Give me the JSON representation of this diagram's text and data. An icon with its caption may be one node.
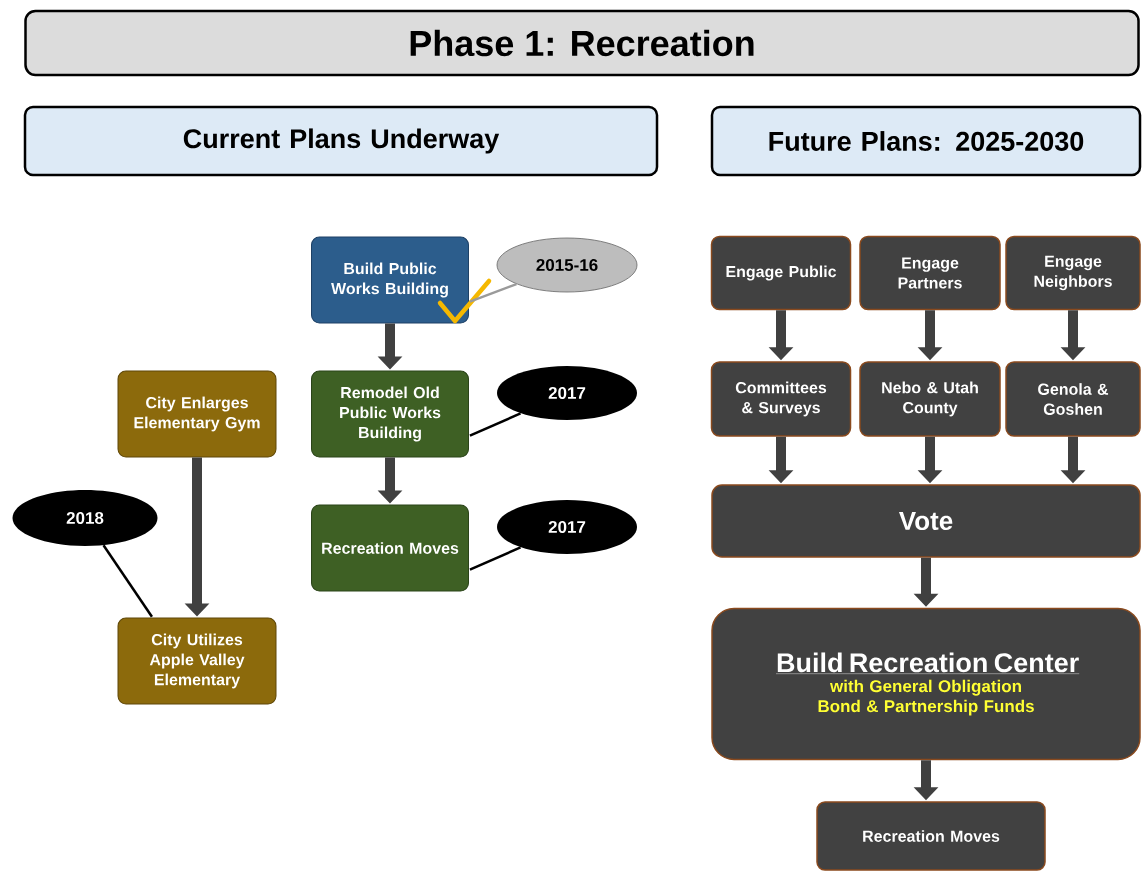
{
  "diagram": {
    "title": "Phase 1: Recreation",
    "nodes": [
      {
        "text": [
          "Current Plans Underway"
        ]
      },
      {
        "text": [
          "Future Plans: 2025-2030"
        ]
      },
      {
        "text": [
          "Build Public Works Building"
        ]
      },
      {
        "text": [
          "2015-16"
        ]
      },
      {
        "text": [
          "City Enlarges Elementary Gym"
        ]
      },
      {
        "text": [
          "Remodel Old Public Works Building"
        ]
      },
      {
        "text": [
          "2017"
        ]
      },
      {
        "text": [
          "2018"
        ]
      },
      {
        "text": [
          "Recreation Moves"
        ]
      },
      {
        "text": [
          "2017"
        ]
      },
      {
        "text": [
          "City Utilizes Apple Valley Elementary"
        ]
      },
      {
        "text": [
          "Engage Public"
        ]
      },
      {
        "text": [
          "Engage Partners"
        ]
      },
      {
        "text": [
          "Engage Neighbors"
        ]
      },
      {
        "text": [
          "Committees & Surveys"
        ]
      },
      {
        "text": [
          "Nebo & Utah County"
        ]
      },
      {
        "text": [
          "Genola & Goshen"
        ]
      },
      {
        "text": [
          "Vote"
        ]
      },
      {
        "text": [
          "Build Recreation Center",
          "with General Obligation Bond & Partnership Funds"
        ]
      },
      {
        "text": [
          "Recreation Moves"
        ]
      }
    ],
    "edges": [
      {
        "from": 2,
        "to": 5,
        "arrow": "to"
      },
      {
        "from": 5,
        "to": 8,
        "arrow": "to"
      },
      {
        "from": 4,
        "to": 10,
        "arrow": "to"
      },
      {
        "from": 11,
        "to": 14,
        "arrow": "to"
      },
      {
        "from": 12,
        "to": 15,
        "arrow": "to"
      },
      {
        "from": 13,
        "to": 16,
        "arrow": "to"
      },
      {
        "from": 14,
        "to": 17,
        "arrow": "to"
      },
      {
        "from": 15,
        "to": 17,
        "arrow": "to"
      },
      {
        "from": 16,
        "to": 17,
        "arrow": "to"
      },
      {
        "from": 17,
        "to": 18,
        "arrow": "to"
      },
      {
        "from": 18,
        "to": 19,
        "arrow": "to"
      },
      {
        "from": 3,
        "to": 2,
        "arrow": "none",
        "color": "#9a9a9a"
      },
      {
        "from": 6,
        "to": 5,
        "arrow": "none",
        "color": "#000000"
      },
      {
        "from": 9,
        "to": 8,
        "arrow": "none",
        "color": "#000000"
      },
      {
        "from": 7,
        "to": 10,
        "arrow": "none",
        "color": "#000000"
      }
    ]
  }
}
